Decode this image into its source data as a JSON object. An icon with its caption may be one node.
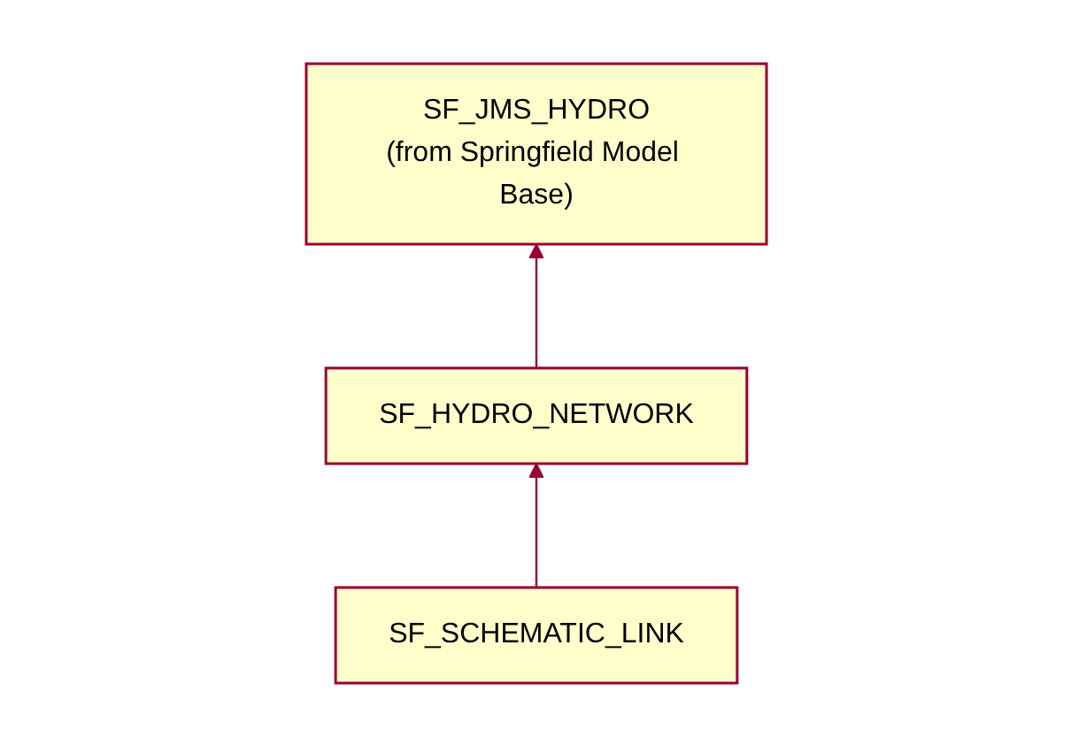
{
  "diagram": {
    "nodes": [
      {
        "text": [
          "SF_JMS_HYDRO",
          "(from Springfield Model Base)"
        ]
      },
      {
        "text": [
          "SF_HYDRO_NETWORK"
        ]
      },
      {
        "text": [
          "SF_SCHEMATIC_LINK"
        ]
      }
    ],
    "edges": [
      {
        "from": 1,
        "to": 0,
        "arrow": "to"
      },
      {
        "from": 2,
        "to": 1,
        "arrow": "to"
      }
    ]
  }
}
